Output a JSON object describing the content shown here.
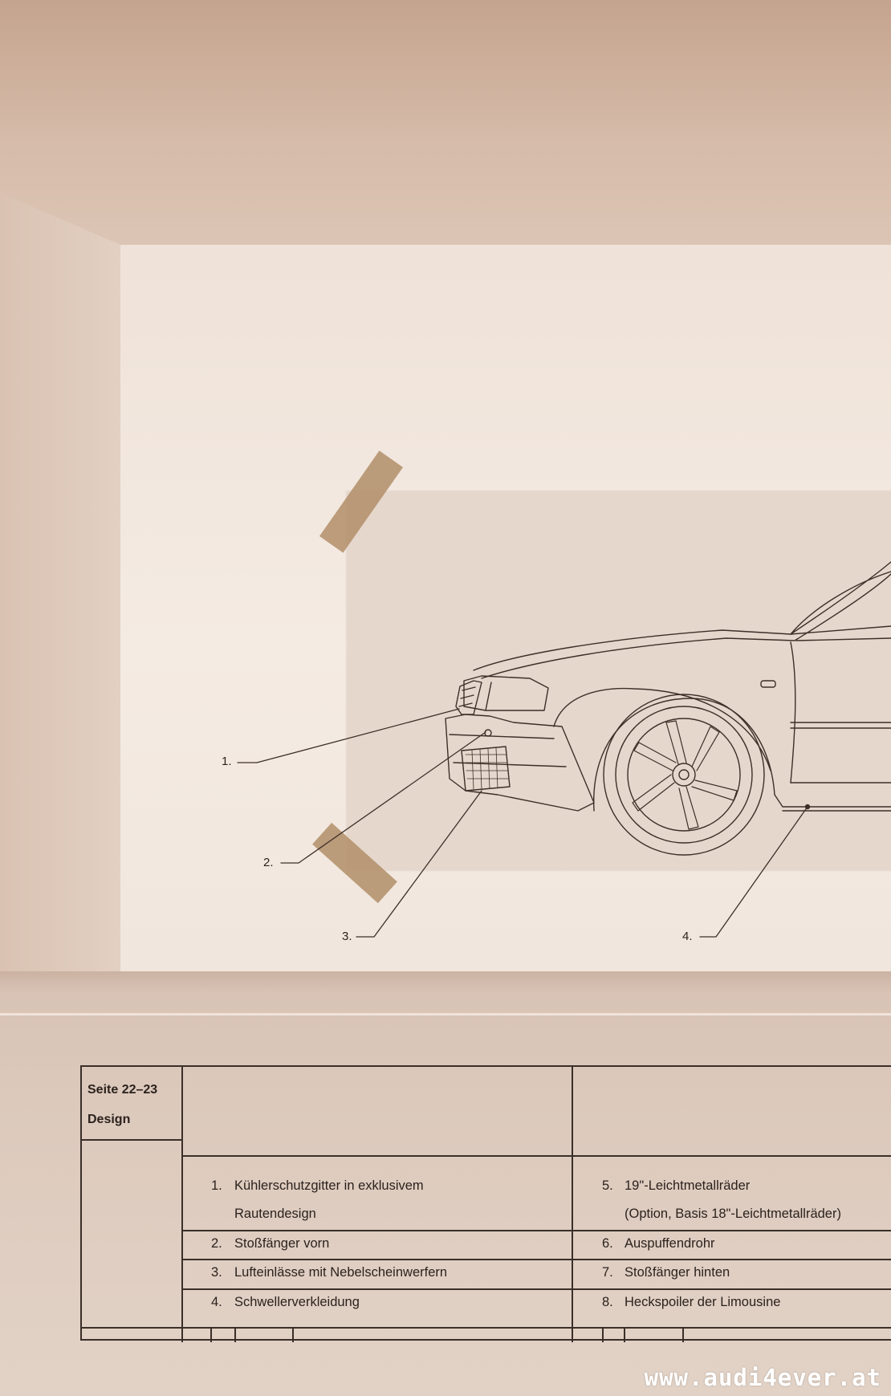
{
  "callouts": [
    "1.",
    "2.",
    "3.",
    "4."
  ],
  "table": {
    "page_ref": "Seite 22–23",
    "section": "Design",
    "items": [
      {
        "num": "1.",
        "line1": "Kühlerschutzgitter in exklusivem",
        "line2": "Rautendesign"
      },
      {
        "num": "2.",
        "line1": "Stoßfänger vorn"
      },
      {
        "num": "3.",
        "line1": "Lufteinlässe mit Nebelscheinwerfern"
      },
      {
        "num": "4.",
        "line1": "Schwellerverkleidung"
      },
      {
        "num": "5.",
        "line1": "19\"-Leichtmetallräder",
        "line2": "(Option, Basis 18\"-Leichtmetallräder)"
      },
      {
        "num": "6.",
        "line1": "Auspuffendrohr"
      },
      {
        "num": "7.",
        "line1": "Stoßfänger hinten"
      },
      {
        "num": "8.",
        "line1": "Heckspoiler der Limousine"
      }
    ]
  },
  "watermark": "www.audi4ever.at"
}
